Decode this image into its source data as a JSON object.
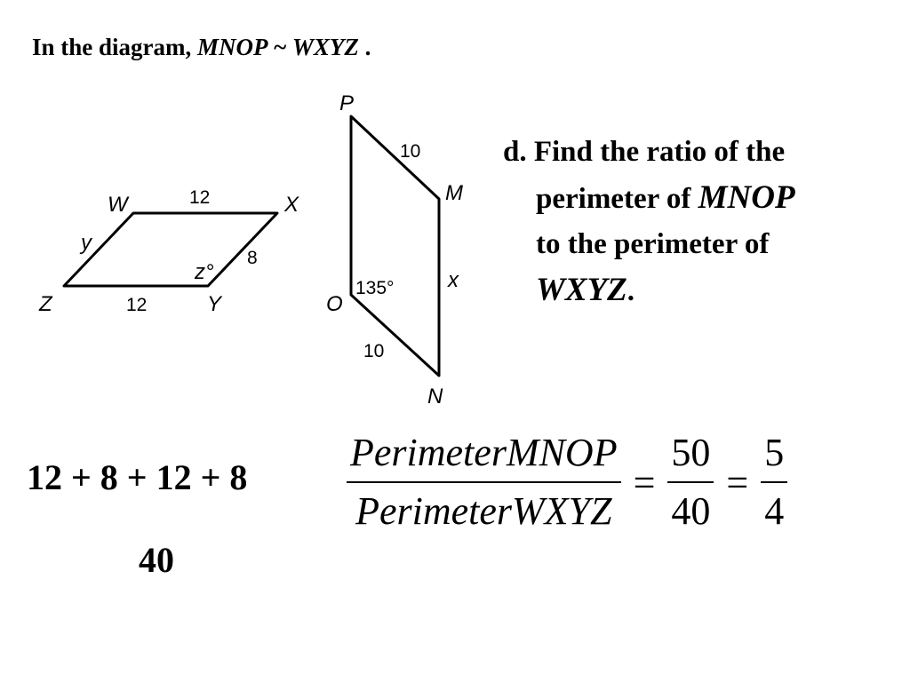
{
  "heading": {
    "prefix": "In the diagram, ",
    "expression": "MNOP ~ WXYZ",
    "suffix": " ."
  },
  "diagram": {
    "wxyz": {
      "vertices": {
        "W": "W",
        "X": "X",
        "Y": "Y",
        "Z": "Z"
      },
      "sides": {
        "top": "12",
        "bottom": "12",
        "right": "8",
        "left": "y"
      },
      "angle": "z°"
    },
    "mnop": {
      "vertices": {
        "P": "P",
        "M": "M",
        "N": "N",
        "O": "O"
      },
      "sides": {
        "PM": "10",
        "ON": "10",
        "MN": "x"
      },
      "angle": "135°"
    }
  },
  "question": {
    "line1": "d. Find the ratio of the",
    "line2_text": "perimeter of ",
    "line2_var": "MNOP",
    "line3": "to the perimeter of",
    "line4_var": "WXYZ",
    "line4_end": "."
  },
  "work": {
    "sum": "12 + 8 + 12 + 8",
    "total": "40"
  },
  "equation": {
    "numerator": "PerimeterMNOP",
    "denominator": "PerimeterWXYZ",
    "equals": "=",
    "frac2_num": "50",
    "frac2_den": "40",
    "frac3_num": "5",
    "frac3_den": "4"
  }
}
